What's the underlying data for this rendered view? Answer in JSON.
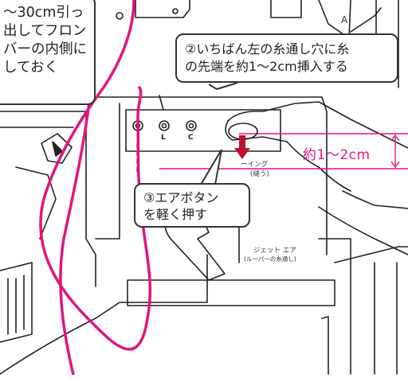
{
  "callouts": {
    "step1": "〜30cm引っ\n出してフロン\nバーの内側に\nしておく",
    "step2": "②いちばん左の糸通し穴に糸\nの先端を約1〜2cm挿入する",
    "step3": "③エアボタン\nを軽く押す"
  },
  "measurement": "約1〜2cm",
  "machine_labels": {
    "hole_left": "L",
    "hole_center": "C",
    "panel_top": "ーイング",
    "panel_sub": "(縫う)",
    "jet_air": "ジェット エア",
    "jet_air_sub": "(ルーパーの糸通し)",
    "corner_letter": "A"
  },
  "colors": {
    "thread": "#e0157f",
    "outline": "#222222",
    "callout_border": "#333333"
  }
}
